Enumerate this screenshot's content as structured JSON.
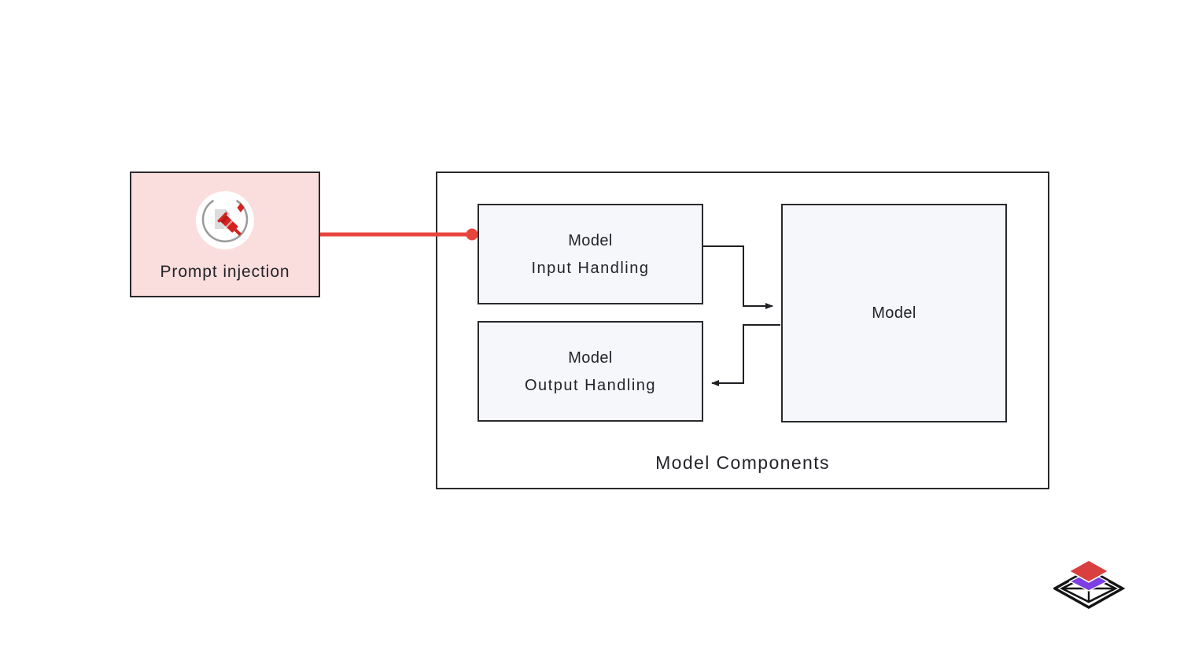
{
  "diagram": {
    "title": "Model Components",
    "background_color": "#ffffff"
  },
  "threat": {
    "label": "Prompt injection",
    "fill_color": "#fadedd",
    "border_color": "#2a2a2e",
    "icon_name": "prompt-injection-syringe-icon",
    "accent_color": "#e8453c"
  },
  "group": {
    "label": "Model Components",
    "fill_color": "#ffffff",
    "border_color": "#2a2a2e"
  },
  "nodes": [
    {
      "id": "model-input-handling",
      "line1": "Model",
      "line2": "Input Handling",
      "fill_color": "#f5f7fa",
      "border_color": "#2a2a2e"
    },
    {
      "id": "model-output-handling",
      "line1": "Model",
      "line2": "Output Handling",
      "fill_color": "#f5f7fa",
      "border_color": "#2a2a2e"
    },
    {
      "id": "model",
      "line1": "Model",
      "fill_color": "#f5f7fa",
      "border_color": "#2a2a2e"
    }
  ],
  "edges": [
    {
      "id": "threat-to-input",
      "from": "prompt-injection",
      "to": "model-input-handling",
      "color": "#e8453c",
      "endpoint": "dot"
    },
    {
      "id": "input-to-model",
      "from": "model-input-handling",
      "to": "model",
      "color": "#1f1f23",
      "endpoint": "arrow"
    },
    {
      "id": "model-to-output",
      "from": "model",
      "to": "model-output-handling",
      "color": "#1f1f23",
      "endpoint": "arrow"
    }
  ],
  "logo": {
    "name": "isometric-layers-logo",
    "top_color": "#d93f3f",
    "mid_color": "#7b3fe4",
    "outline_color": "#141414"
  }
}
